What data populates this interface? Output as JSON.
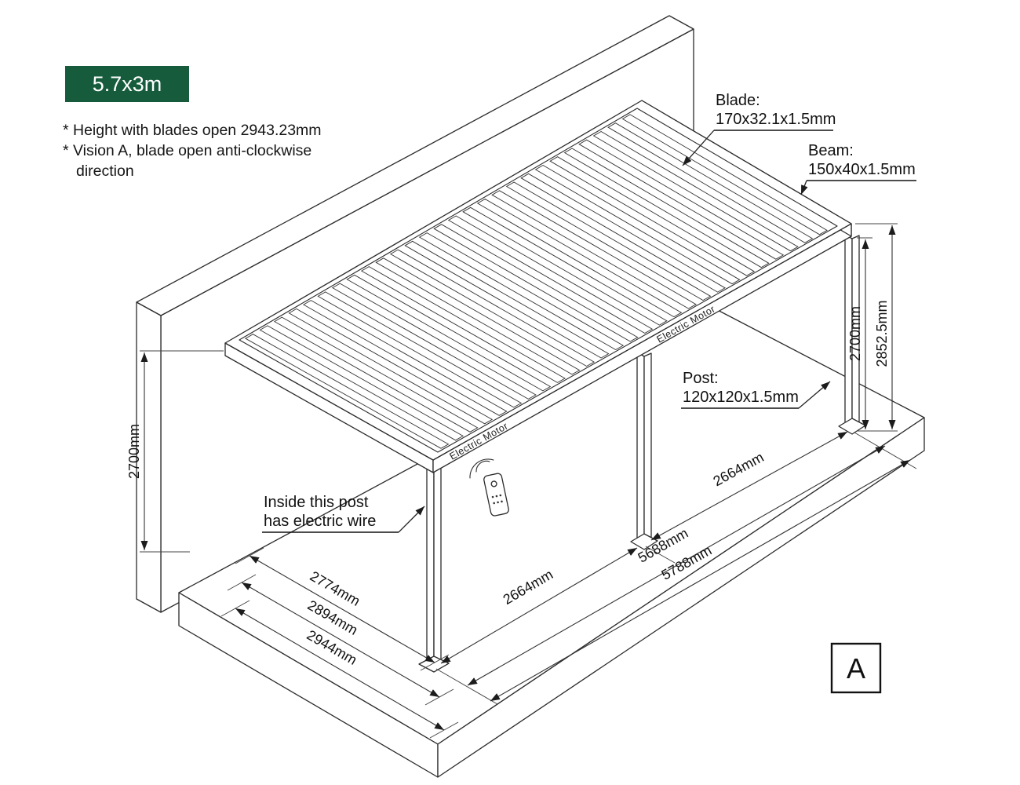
{
  "badge": {
    "label": "5.7x3m",
    "bg": "#165C3C",
    "fg": "#FFFFFF"
  },
  "notes": {
    "line1": "* Height with blades open 2943.23mm",
    "line2": "* Vision A, blade open anti-clockwise",
    "line3": "direction"
  },
  "callouts": {
    "blade_title": "Blade:",
    "blade_value": "170x32.1x1.5mm",
    "beam_title": "Beam:",
    "beam_value": "150x40x1.5mm",
    "post_title": "Post:",
    "post_value": "120x120x1.5mm",
    "wire_line1": "Inside this post",
    "wire_line2": "has electric wire"
  },
  "dimensions": {
    "height_left": "2700mm",
    "height_right": "2700mm",
    "height_total": "2852.5mm",
    "bay_left": "2664mm",
    "bay_right": "2664mm",
    "post_span": "5688mm",
    "total_length": "5788mm",
    "width_inner": "2774mm",
    "width_mid": "2894mm",
    "width_outer": "2944mm"
  },
  "labels": {
    "electric_motor_1": "Electric Motor",
    "electric_motor_2": "Electric Motor",
    "view_marker": "A"
  }
}
